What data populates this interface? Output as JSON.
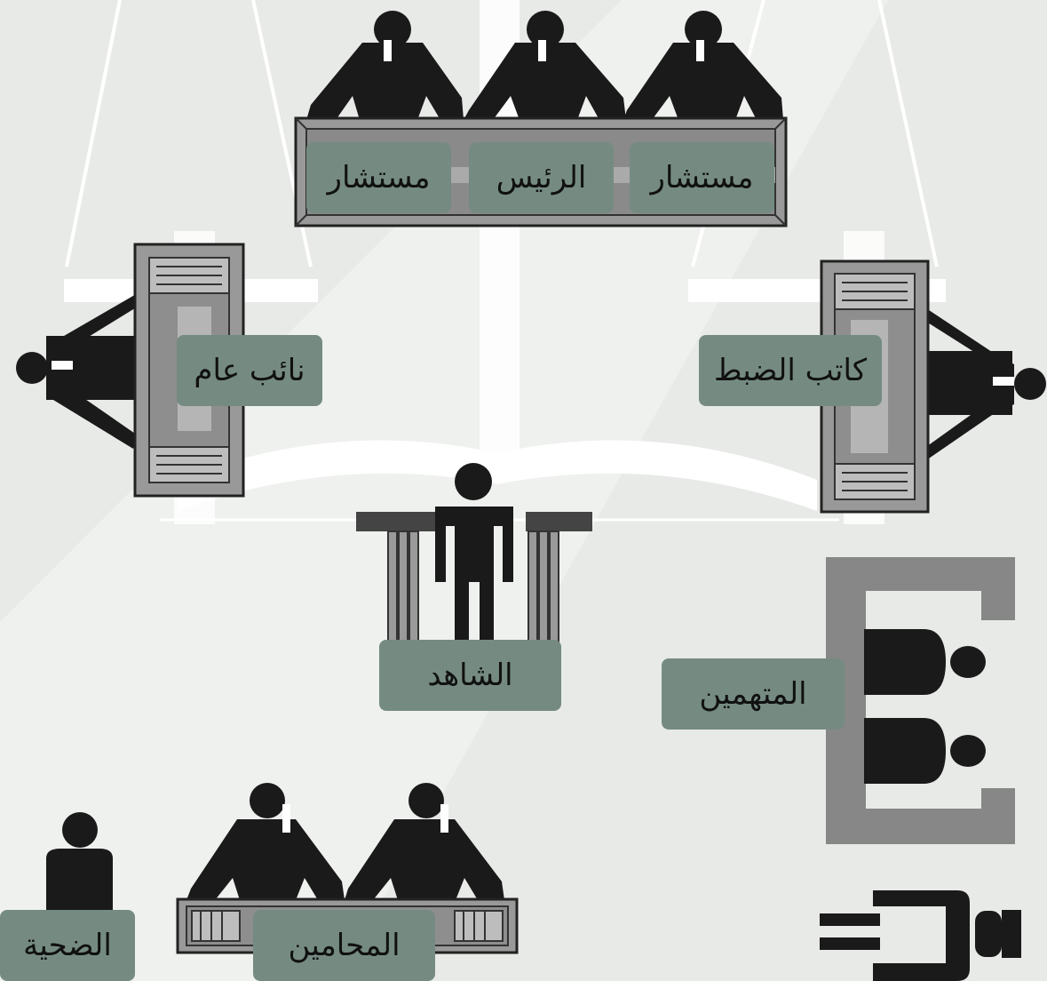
{
  "colors": {
    "background": "#e8eae7",
    "label_fill": "#758b82",
    "figure": "#1a1a1a",
    "desk_gray": "#8c8c8c",
    "dock_gray": "#878787",
    "watermark": "#ffffff"
  },
  "labels": {
    "judge_right": "مستشار",
    "judge_president": "الرئيس",
    "judge_left": "مستشار",
    "prosecutor": "نائب عام",
    "clerk": "كاتب الضبط",
    "witness": "الشاهد",
    "defendants": "المتهمين",
    "victim": "الضحية",
    "lawyers": "المحامين"
  }
}
